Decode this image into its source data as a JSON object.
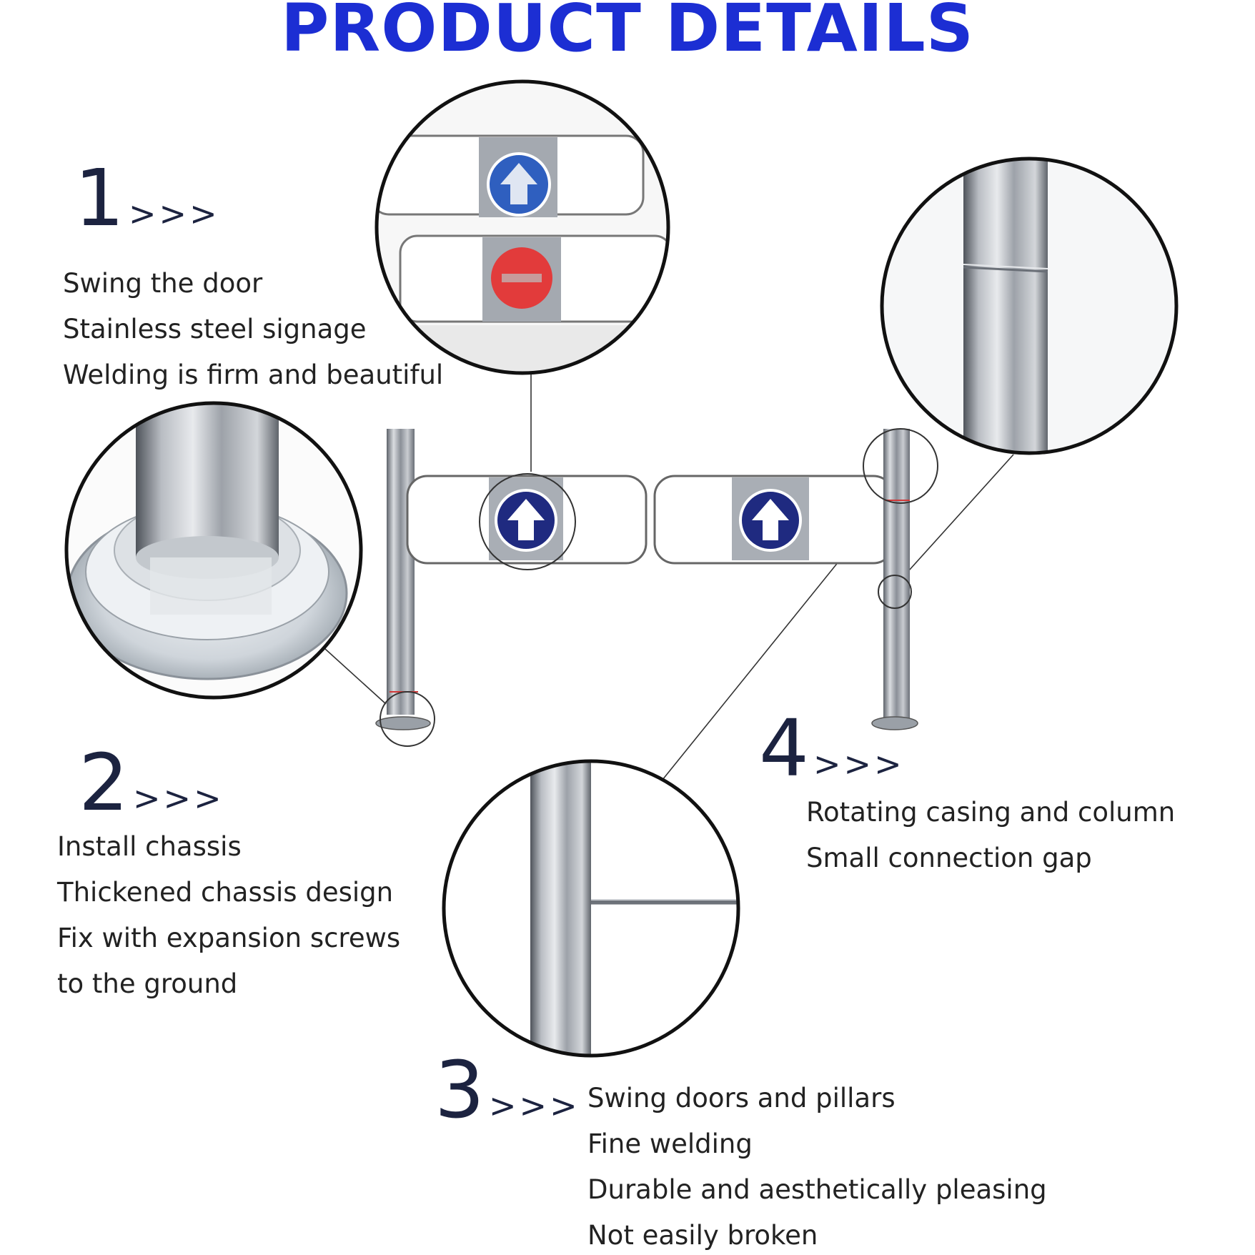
{
  "title": "PRODUCT DETAILS",
  "arrow_marker": ">>>",
  "colors": {
    "title": "#1c2ed3",
    "sign_blue": "#1f2a80",
    "sign_red": "#e23b3b",
    "steel": "#9ea3ab"
  },
  "features": [
    {
      "number": "1",
      "lines": [
        "Swing the door",
        "Stainless steel signage",
        "Welding is firm and beautiful"
      ]
    },
    {
      "number": "2",
      "lines": [
        "Install chassis",
        "Thickened chassis design",
        "Fix with expansion screws",
        "to the ground"
      ]
    },
    {
      "number": "3",
      "lines": [
        "Swing doors and pillars",
        "Fine welding",
        "Durable and aesthetically pleasing",
        "Not easily broken"
      ]
    },
    {
      "number": "4",
      "lines": [
        "Rotating casing and column",
        "Small connection gap"
      ]
    }
  ],
  "icons": {
    "gate": "swing-gate-illustration",
    "sign_up": "up-arrow-sign-icon",
    "sign_stop": "no-entry-sign-icon"
  }
}
